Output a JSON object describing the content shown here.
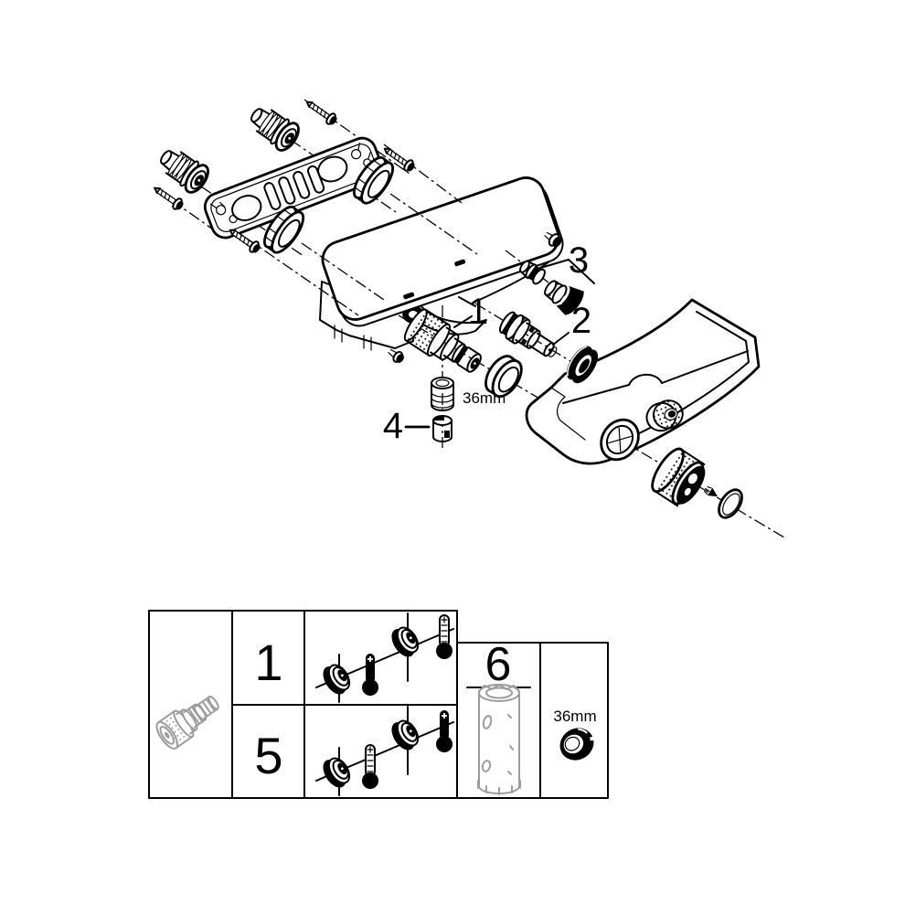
{
  "exploded_view": {
    "callout_1": "1",
    "callout_2": "2",
    "callout_3": "3",
    "callout_4": "4",
    "wrench_size_label": "36mm"
  },
  "parts_table": {
    "row_labels": [
      "1",
      "5"
    ],
    "sleeve_label": "6",
    "wrench_size_label": "36mm"
  },
  "colors": {
    "line": "#000000",
    "muted": "#9c9c9c",
    "background": "#ffffff"
  }
}
